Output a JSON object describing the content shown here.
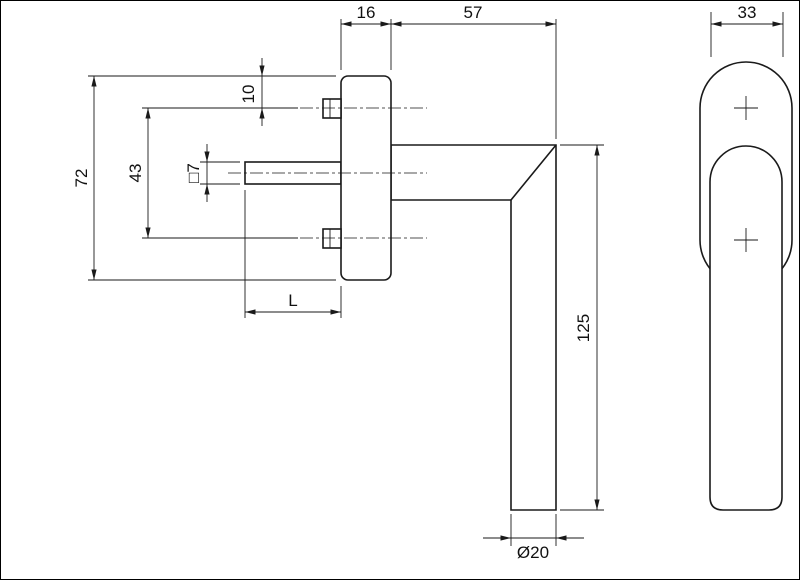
{
  "drawing": {
    "type": "technical-drawing",
    "subject": "window-handle-with-rosette-and-spindle",
    "background_color": "#ffffff",
    "line_color": "#1a1a1a",
    "dims": {
      "plate_thickness": "16",
      "neck_length": "57",
      "grip_width": "33",
      "plate_height": "72",
      "screw_spacing": "43",
      "screw_top_offset": "10",
      "spindle_square": "□7",
      "spindle_length": "L",
      "grip_length": "125",
      "grip_diameter": "Ø20"
    }
  }
}
